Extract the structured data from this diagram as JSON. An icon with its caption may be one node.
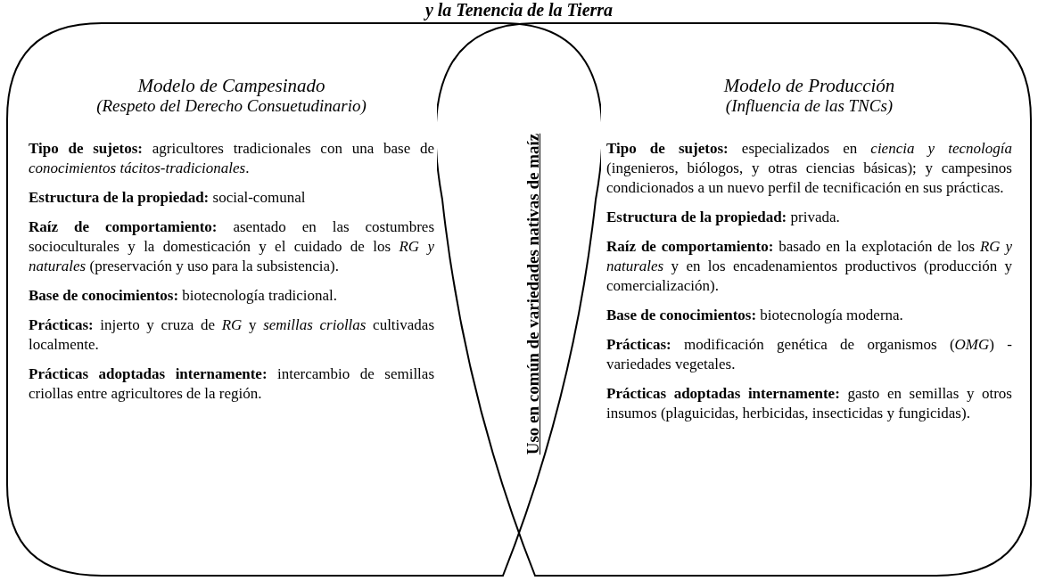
{
  "diagram": {
    "title": "y la Tenencia de la Tierra",
    "nodes": [
      {
        "text": [
          "*Modelo de Campesinado*",
          "*(Respeto del Derecho Consuetudinario)*",
          "**Tipo de sujetos:** agricultores tradicionales con una base de *conocimientos tácitos-tradicionales*.",
          "**Estructura de la propiedad:** social-comunal",
          "**Raíz de comportamiento:** asentado en las costumbres socioculturales y la domesticación y el cuidado de los *RG y naturales* (preservación y uso para la subsistencia).",
          "**Base de conocimientos:** biotecnología tradicional.",
          "**Prácticas:** injerto y cruza de *RG* y *semillas criollas* cultivadas localmente.",
          "**Prácticas adoptadas internamente:** intercambio de semillas criollas entre agricultores de la región."
        ]
      },
      {
        "text": [
          "*Modelo de Producción*",
          "*(Influencia de las TNCs)*",
          "**Tipo de sujetos:** especializados en *ciencia y tecnología* (ingenieros, biólogos, y otras ciencias básicas); y campesinos condicionados a un nuevo perfil de tecnificación en sus prácticas.",
          "**Estructura de la propiedad:** privada.",
          "**Raíz de comportamiento:** basado en la explotación de los *RG y naturales* y en los encadenamientos productivos (producción y comercialización).",
          "**Base de conocimientos:** biotecnología moderna.",
          "**Prácticas:** modificación genética de organismos (*OMG*) - variedades vegetales.",
          "**Prácticas adoptadas internamente:** gasto en semillas y otros insumos (plaguicidas, herbicidas, insecticidas y fungicidas)."
        ]
      },
      {
        "text": [
          "Uso en común de variedades nativas de maíz"
        ]
      }
    ]
  }
}
